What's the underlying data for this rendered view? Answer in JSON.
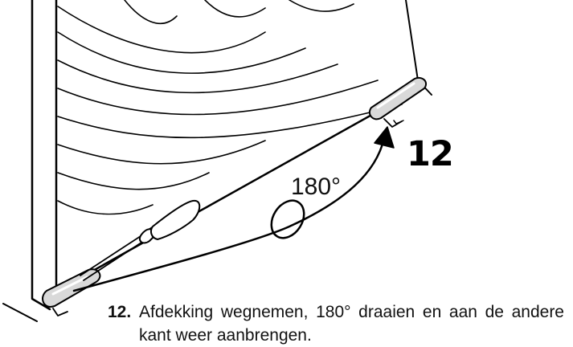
{
  "illustration": {
    "step_marker": "12",
    "rotation_label": "180°"
  },
  "instruction": {
    "number": "12.",
    "text": "Afdekking wegnemen, 180° draaien en aan de andere kant weer aanbrengen."
  }
}
